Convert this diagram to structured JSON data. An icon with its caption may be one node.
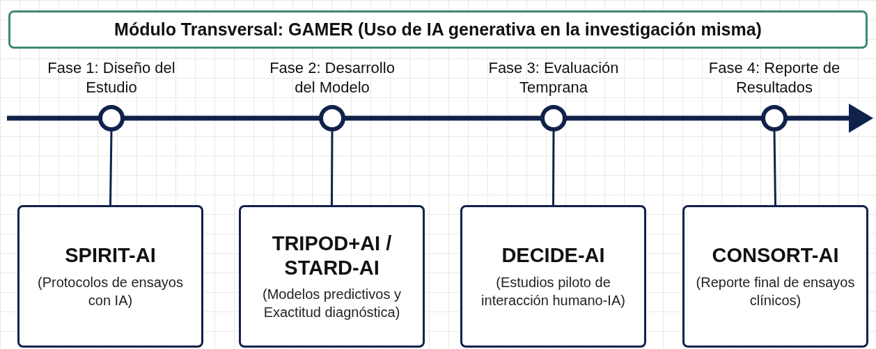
{
  "diagram": {
    "nodes": [
      {
        "text": [
          "Módulo Transversal: GAMER (Uso de IA generativa en la investigación misma)"
        ]
      },
      {
        "text": [],
        "shape": "circle",
        "beside": [
          "Fase 1: Diseño del Estudio"
        ]
      },
      {
        "text": [],
        "shape": "circle",
        "beside": [
          "Fase 2: Desarrollo del Modelo"
        ]
      },
      {
        "text": [],
        "shape": "circle",
        "beside": [
          "Fase 3: Evaluación Temprana"
        ]
      },
      {
        "text": [],
        "shape": "circle",
        "beside": [
          "Fase 4: Reporte de Resultados"
        ]
      },
      {
        "text": [
          "SPIRIT-AI",
          "(Protocolos de ensayos con IA)"
        ]
      },
      {
        "text": [
          "TRIPOD+AI / STARD-AI",
          "(Modelos predictivos y Exactitud diagnóstica)"
        ]
      },
      {
        "text": [
          "DECIDE-AI",
          "(Estudios piloto de interacción humano-IA)"
        ]
      },
      {
        "text": [
          "CONSORT-AI",
          "(Reporte final de ensayos clínicos)"
        ]
      }
    ],
    "edges": [
      {
        "from": 1,
        "to": 5,
        "arrow": "none"
      },
      {
        "from": 2,
        "to": 6,
        "arrow": "none"
      },
      {
        "from": 3,
        "to": 7,
        "arrow": "none"
      },
      {
        "from": 4,
        "to": 8,
        "arrow": "none"
      }
    ]
  }
}
